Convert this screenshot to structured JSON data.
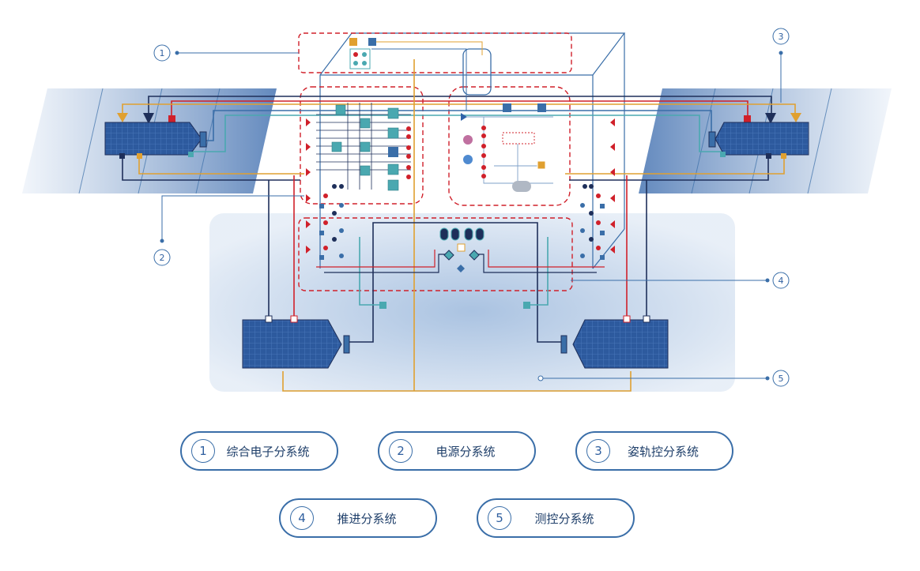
{
  "callouts": [
    "1",
    "2",
    "3",
    "4",
    "5"
  ],
  "legend": [
    {
      "num": "1",
      "label": "综合电子分系统"
    },
    {
      "num": "2",
      "label": "电源分系统"
    },
    {
      "num": "3",
      "label": "姿轨控分系统"
    },
    {
      "num": "4",
      "label": "推进分系统"
    },
    {
      "num": "5",
      "label": "测控分系统"
    }
  ],
  "colors": {
    "line_blue": "#3a6ea8",
    "dark_navy": "#1e2f5a",
    "power_red": "#d0202a",
    "signal_orange": "#e0a030",
    "teal": "#4aa8b0",
    "dashed_red": "#d0202a",
    "panel_fill": "#2f5a9e",
    "pale_blue_bg": "#d6e3f2"
  },
  "icons": [
    "solar-panel-icon",
    "thruster-icon",
    "valve-icon",
    "tank-icon",
    "pressure-sensor-icon"
  ]
}
